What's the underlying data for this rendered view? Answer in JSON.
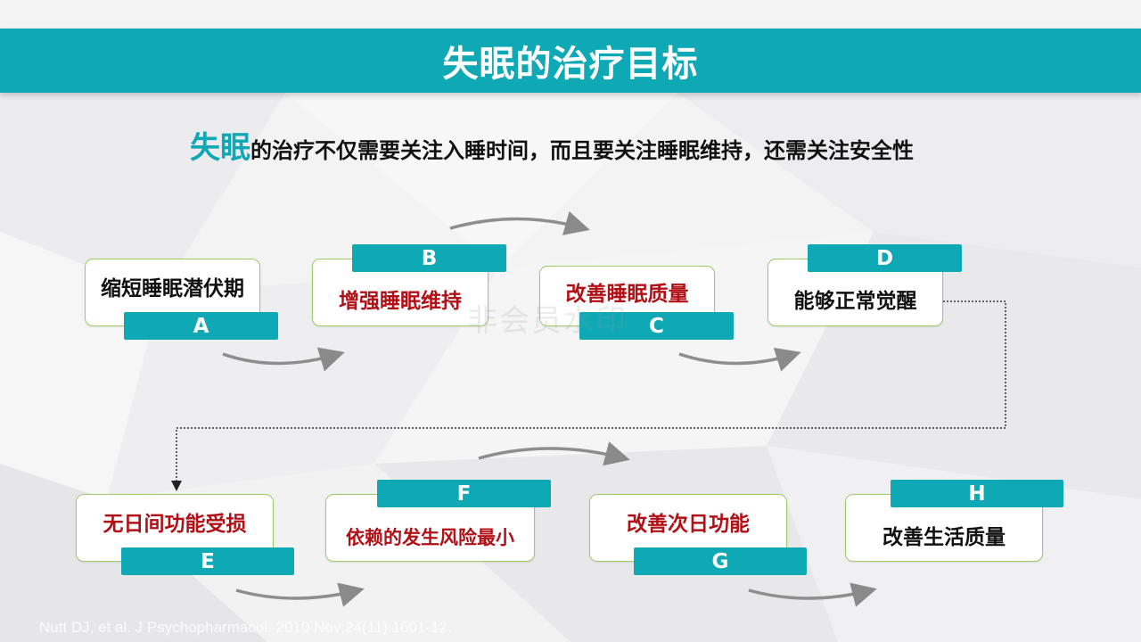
{
  "header": {
    "title": "失眠的治疗目标"
  },
  "subtitle": {
    "highlight": "失眠",
    "text": "的治疗不仅需要关注入睡时间，而且要关注睡眠维持，还需关注安全性"
  },
  "goals": [
    {
      "letter": "A",
      "text": "缩短睡眠潜伏期"
    },
    {
      "letter": "B",
      "text": "增强睡眠维持"
    },
    {
      "letter": "C",
      "text": "改善睡眠质量"
    },
    {
      "letter": "D",
      "text": "能够正常觉醒"
    },
    {
      "letter": "E",
      "text": "无日间功能受损"
    },
    {
      "letter": "F",
      "text": "依赖的发生风险最小"
    },
    {
      "letter": "G",
      "text": "改善次日功能"
    },
    {
      "letter": "H",
      "text": "改善生活质量"
    }
  ],
  "watermark": "非会员水印",
  "citation": "Nutt DJ, et al. J Psychopharmacol. 2010 Nov;24(11):1601-12.",
  "colors": {
    "accent": "#0fa9b6",
    "highlight_text": "#b11016",
    "card_border": "#9ccc65"
  }
}
